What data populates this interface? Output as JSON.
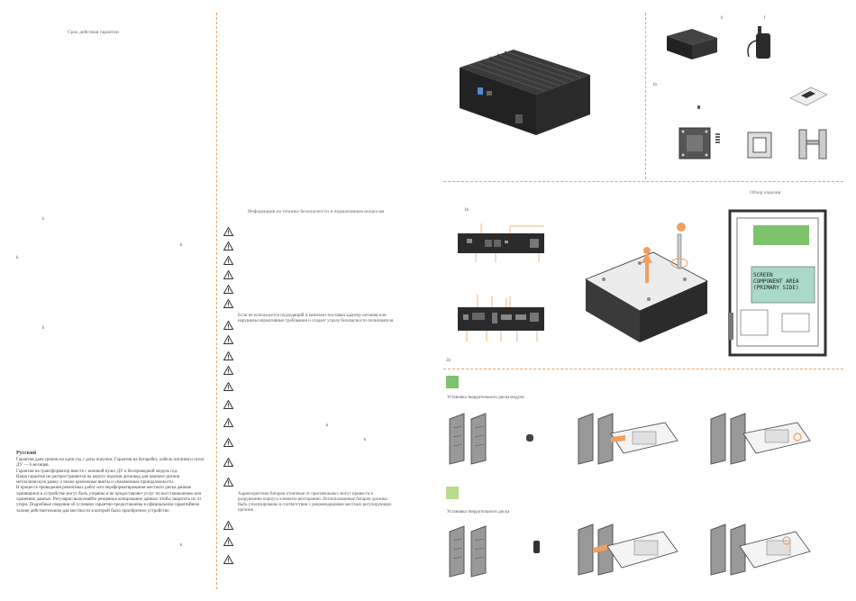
{
  "col1": {
    "header": "Срок действия гарантии",
    "section_title": "Русский",
    "paragraphs": [
      "Гарантия дана сроком на один год с даты покупки. Гарантия на батарейку, кабель питания и пульт ДУ — 6 месяцев.",
      "Гарантия на трансформатор вместе с кнопкой пульт ДУ и беспроводной модуль год.",
      "Наша гарантия не распространяется на корпус изделия дисковод для компакт-дисков металлическую рамку а также крепежные винты и упаковочные принадлежности.",
      "В процессе проведения ремонтных работ или переформатирования жесткого диска данные хранящиеся в устройстве могут быть утеряны и не предоставляет услуг по восстановлению или хранению данных. Регулярно выполняйте резервное копирование данных чтобы защитить их от утери. Подробные сведения об условиях гарантии предоставлены в официальном гарантийном талоне действительном для местности в которой было приобретено устройство"
    ],
    "stray_glyphs": [
      "k",
      "k",
      "k",
      "k",
      "k"
    ]
  },
  "col2": {
    "header": "Информация по технике безопасности и нормативным вопросам",
    "notes": [
      "Если не используется подходящий и комплект поставки адаптер питания или нарушены нормативные требования и создает угрозу безопасности пользователя",
      "Характеристики батареи отличные от оригинальных могут привести к разрушению корпуса элемента возгоранию. Использованные батареи должны быть утилизированы в соответствии с рекомендациями местных регулирующих органов"
    ],
    "stray_glyphs": [
      "k",
      "k"
    ]
  },
  "col3": {
    "package_letters": [
      "b",
      "f",
      "1b"
    ],
    "overview_title": "Обзор изделия",
    "label_1b": "1b",
    "label_2b": "2b",
    "step1_caption": "Установка твердотельного диска модуля",
    "step2_caption": "Установка твердотельного диска",
    "board_label_1": "SCREEN",
    "board_label_2": "COMPONENT AREA",
    "board_label_3": "(PRIMARY SIDE)"
  },
  "colors": {
    "accent_orange": "#f0a060",
    "green_step1": "#7ec36b",
    "green_step2": "#b9dc8c",
    "device_dark": "#2b2b2b"
  }
}
